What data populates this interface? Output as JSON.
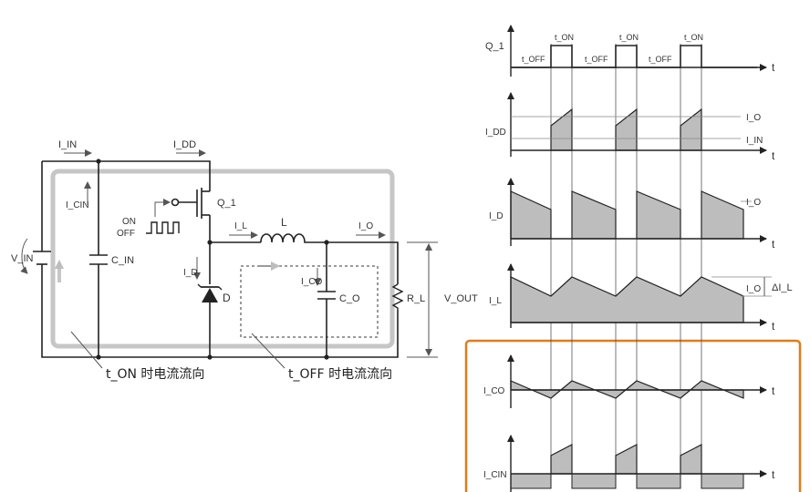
{
  "colors": {
    "wire": "#222222",
    "path_gray": "#b8b8b8",
    "fill_gray": "#bdbdbd",
    "highlight_box": "#e07b1f"
  },
  "circuit": {
    "i_in": "I_IN",
    "i_dd": "I_DD",
    "i_cin": "I_CIN",
    "i_l": "I_L",
    "i_o": "I_O",
    "i_d": "I_D",
    "i_co": "I_CO",
    "v_in": "V_IN",
    "c_in": "C_IN",
    "q1": "Q_1",
    "inductor": "L",
    "diode": "D",
    "c_o": "C_O",
    "r_l": "R_L",
    "v_out": "V_OUT",
    "ctrl_on": "ON",
    "ctrl_off": "OFF",
    "ton_text": "t_ON 时电流流向",
    "toff_text": "t_OFF 时电流流向"
  },
  "waveforms": {
    "t_axis": "t",
    "q1_label": "Q_1",
    "t_on": "t_ON",
    "t_off": "t_OFF",
    "idd_label": "I_DD",
    "id_label": "I_D",
    "il_label": "I_L",
    "ico_label": "I_CO",
    "icin_label": "I_CIN",
    "io_ref": "I_O",
    "iin_ref": "I_IN",
    "delta_il": "ΔI_L"
  }
}
